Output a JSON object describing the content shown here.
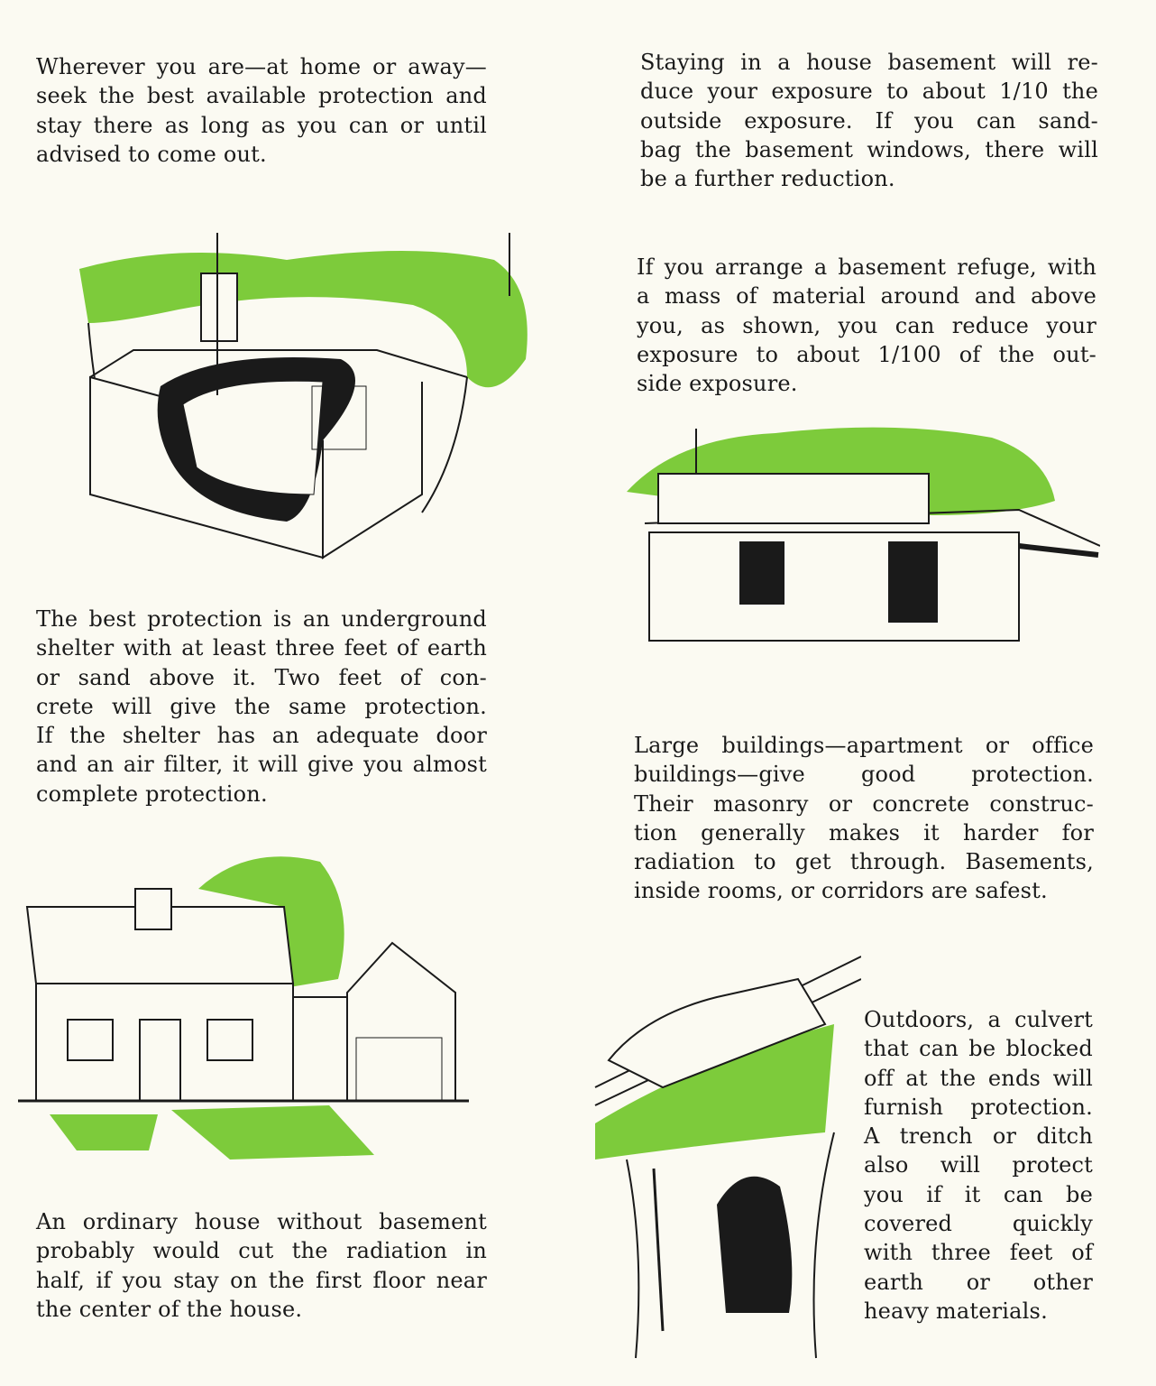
{
  "colors": {
    "green": "#7dcb3b",
    "ink": "#1a1a1a",
    "paper": "#fbfaf2"
  },
  "paragraphs": {
    "p1": [
      "Wherever you are—at home or away—",
      "seek the best available protection and",
      "stay there as long as you can or until",
      "advised to come out."
    ],
    "p2": [
      "Staying in a house basement will re-",
      "duce your exposure to about 1/10 the",
      "outside exposure. If you can sand-",
      "bag the basement windows, there will",
      "be a further reduction."
    ],
    "p3": [
      "If you arrange a basement refuge, with",
      "a mass of material around and above",
      "you, as shown, you can reduce your",
      "exposure to about 1/100 of the out-",
      "side exposure."
    ],
    "p4": [
      "The best protection is an underground",
      "shelter with at least three feet of earth",
      "or sand above it. Two feet of con-",
      "crete will give the same protection.",
      "If the shelter has an adequate door",
      "and an air filter, it will give you almost",
      "complete protection."
    ],
    "p5": [
      "Large buildings—apartment or office",
      "buildings—give good protection.",
      "Their masonry or concrete construc-",
      "tion generally makes it harder for",
      "radiation to get through. Basements,",
      "inside rooms, or corridors are safest."
    ],
    "p6": [
      "An ordinary house without basement",
      "probably would cut the radiation in",
      "half, if you stay on the first floor near",
      "the center of the house."
    ],
    "p7": [
      "Outdoors, a culvert",
      "that can be blocked",
      "off at the ends will",
      "furnish protection.",
      "A trench or ditch",
      "also will protect",
      "you if it can be",
      "covered quickly",
      "with three feet of",
      "earth or other",
      "heavy materials."
    ]
  }
}
